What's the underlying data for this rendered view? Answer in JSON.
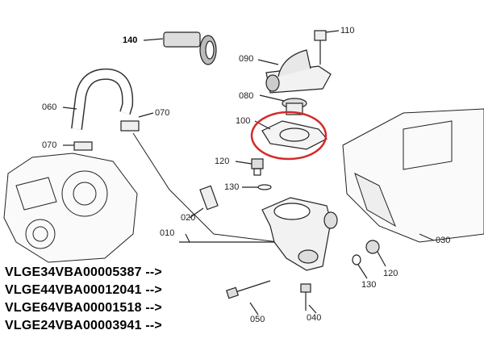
{
  "callouts": {
    "p140": "140",
    "p110": "110",
    "p090": "090",
    "p080": "080",
    "p100": "100",
    "p060": "060",
    "p070a": "070",
    "p070b": "070",
    "p120a": "120",
    "p130a": "130",
    "p020": "020",
    "p010": "010",
    "p030": "030",
    "p120b": "120",
    "p130b": "130",
    "p050": "050",
    "p040": "040"
  },
  "serials": [
    "VLGE34VBA00005387 -->",
    "VLGE44VBA00012041 -->",
    "VLGE64VBA00001518 -->",
    "VLGE24VBA00003941 -->"
  ],
  "colors": {
    "highlight": "#d42a2a",
    "line": "#222222"
  }
}
